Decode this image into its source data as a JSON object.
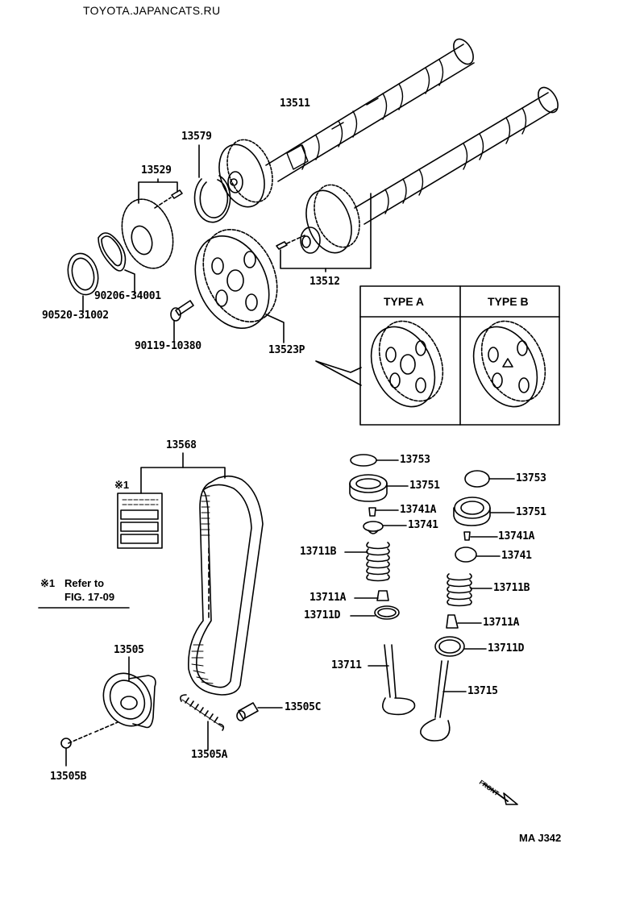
{
  "site_title": "TOYOTA.JAPANCATS.RU",
  "diagram_code": "MA  J342",
  "front_label": "FRONT",
  "note": {
    "marker": "※1",
    "line1": "Refer to",
    "line2": "FIG. 17-09"
  },
  "type_table": {
    "type_a": "TYPE A",
    "type_b": "TYPE B"
  },
  "parts": {
    "p13511": "13511",
    "p13579": "13579",
    "p13529": "13529",
    "p13512": "13512",
    "p90206": "90206-34001",
    "p90520": "90520-31002",
    "p90119": "90119-10380",
    "p13523P": "13523P",
    "p13568": "13568",
    "p13505": "13505",
    "p13505B": "13505B",
    "p13505A": "13505A",
    "p13505C": "13505C",
    "l13753": "13753",
    "l13751": "13751",
    "l13741A": "13741A",
    "l13741": "13741",
    "l13711B": "13711B",
    "l13711A": "13711A",
    "l13711D": "13711D",
    "l13711": "13711",
    "r13753": "13753",
    "r13751": "13751",
    "r13741A": "13741A",
    "r13741": "13741",
    "r13711B": "13711B",
    "r13711A": "13711A",
    "r13711D": "13711D",
    "r13715": "13715"
  },
  "belt_label_marker": "※1"
}
